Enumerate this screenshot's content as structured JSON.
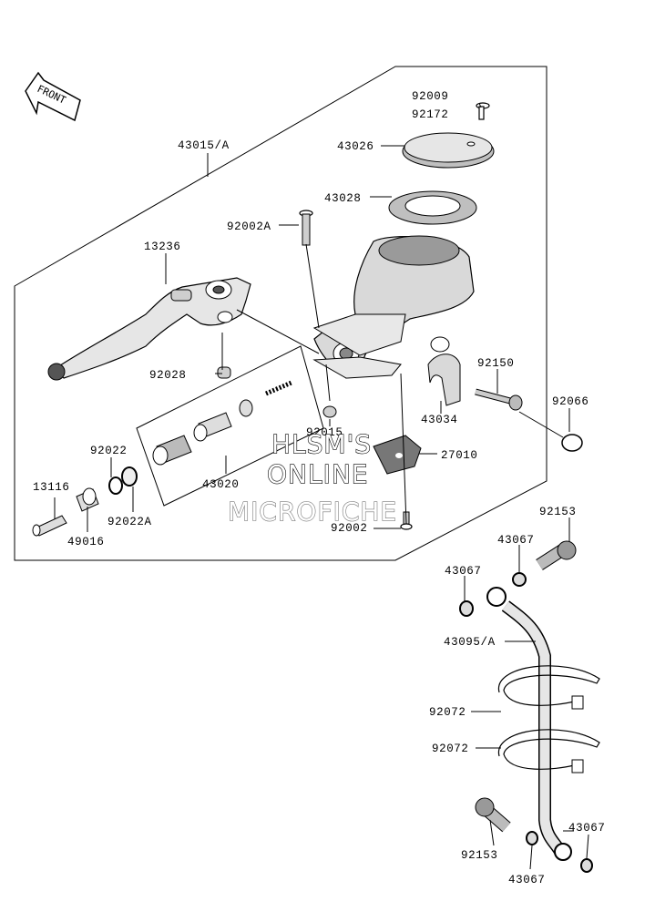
{
  "front_arrow": {
    "label": "FRONT",
    "icon": "front-arrow-icon"
  },
  "watermark": {
    "line1": "HLSM'S",
    "line2": "ONLINE",
    "line3": "MICROFICHE"
  },
  "labels": {
    "p92009": "92009",
    "p92172": "92172",
    "p43026": "43026",
    "p43028": "43028",
    "p43015A": "43015/A",
    "p92002A": "92002A",
    "p13236": "13236",
    "p92028": "92028",
    "p92150": "92150",
    "p92066": "92066",
    "p43034": "43034",
    "p27010": "27010",
    "p92015": "92015",
    "p43020": "43020",
    "p92022": "92022",
    "p92022A": "92022A",
    "p13116": "13116",
    "p49016": "49016",
    "p92002": "92002",
    "p92153a": "92153",
    "p43067a": "43067",
    "p43067b": "43067",
    "p43095A": "43095/A",
    "p92072a": "92072",
    "p92072b": "92072",
    "p92153b": "92153",
    "p43067c": "43067",
    "p43067d": "43067"
  }
}
